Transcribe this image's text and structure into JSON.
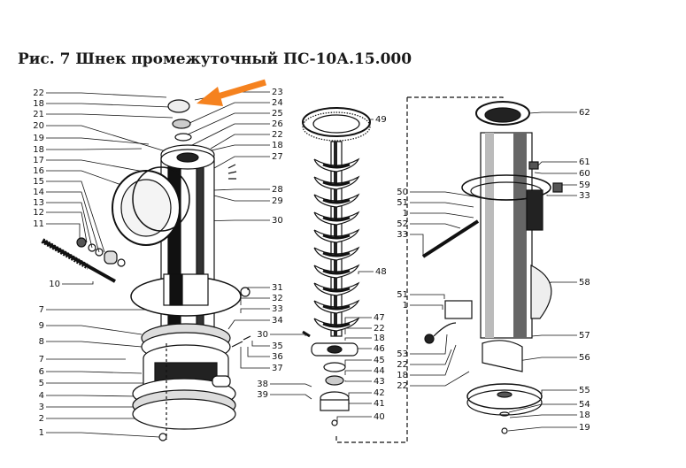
{
  "title": "Рис. 7 Шнек промежуточный ПС-10А.15.000",
  "accent_arrow_color": "#f5821f",
  "callouts": {
    "left_column": [
      "22",
      "18",
      "21",
      "20",
      "19",
      "18",
      "17",
      "16",
      "15",
      "14",
      "13",
      "12",
      "11",
      "10",
      "7",
      "9",
      "8",
      "7",
      "6",
      "5",
      "4",
      "3",
      "2",
      "1"
    ],
    "left_assembly_right": [
      "23",
      "24",
      "25",
      "26",
      "22",
      "18",
      "27",
      "28",
      "29",
      "30",
      "31",
      "32",
      "33",
      "34",
      "35",
      "36",
      "37"
    ],
    "middle": [
      "49",
      "48",
      "30",
      "47",
      "22",
      "18",
      "46",
      "45",
      "44",
      "43",
      "42",
      "41",
      "40",
      "38",
      "39"
    ],
    "right_left_side": [
      "50",
      "51",
      "1",
      "52",
      "33",
      "51",
      "1",
      "53",
      "22",
      "18",
      "22"
    ],
    "right_right_side": [
      "62",
      "61",
      "60",
      "59",
      "33",
      "58",
      "57",
      "56",
      "55",
      "54",
      "18",
      "19"
    ]
  }
}
